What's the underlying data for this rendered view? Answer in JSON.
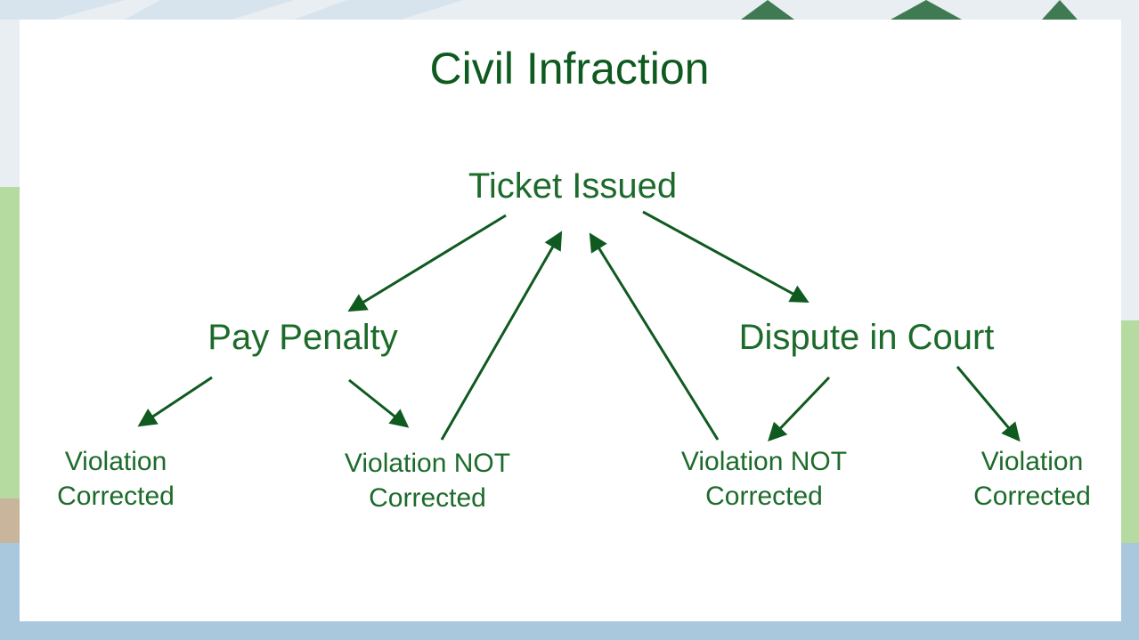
{
  "slide": {
    "title": "Civil Infraction"
  },
  "nodes": {
    "ticket_issued": "Ticket Issued",
    "pay_penalty": "Pay Penalty",
    "dispute_in_court": "Dispute in Court",
    "pay_corrected": [
      "Violation",
      "Corrected"
    ],
    "pay_not_corrected": [
      "Violation NOT",
      "Corrected"
    ],
    "dispute_not_corrected": [
      "Violation NOT",
      "Corrected"
    ],
    "dispute_corrected": [
      "Violation",
      "Corrected"
    ]
  },
  "colors": {
    "title": "#0f5a1f",
    "text": "#1c6b2b",
    "arrow": "#0f5a1f",
    "background_sky": "#dfe9f0",
    "background_grass": "#b5dba0",
    "background_earth": "#c9b59c",
    "background_water": "#a9c8de"
  }
}
